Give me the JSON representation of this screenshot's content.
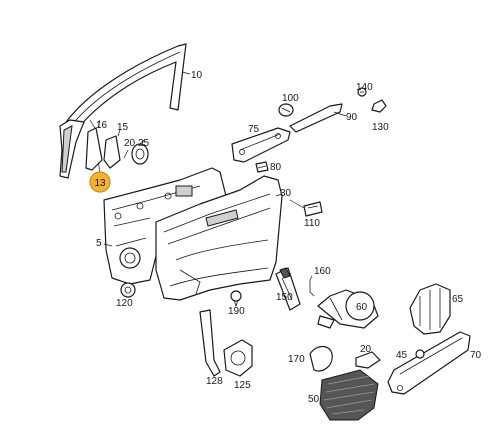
{
  "diagram": {
    "labels": {
      "p5": "5",
      "p10": "10",
      "p13": "13",
      "p15": "15",
      "p16": "16",
      "p20": "20",
      "p25": "25",
      "p30": "30",
      "p45": "45",
      "p50": "50",
      "p60": "60",
      "p65": "65",
      "p70": "70",
      "p75": "75",
      "p80": "80",
      "p90": "90",
      "p100": "100",
      "p110": "110",
      "p120": "120",
      "p125": "125",
      "p128": "128",
      "p130": "130",
      "p140": "140",
      "p150": "150",
      "p160": "160",
      "p170": "170",
      "p190": "190"
    },
    "highlighted_part": "13",
    "highlight_color": "#f4b232"
  }
}
